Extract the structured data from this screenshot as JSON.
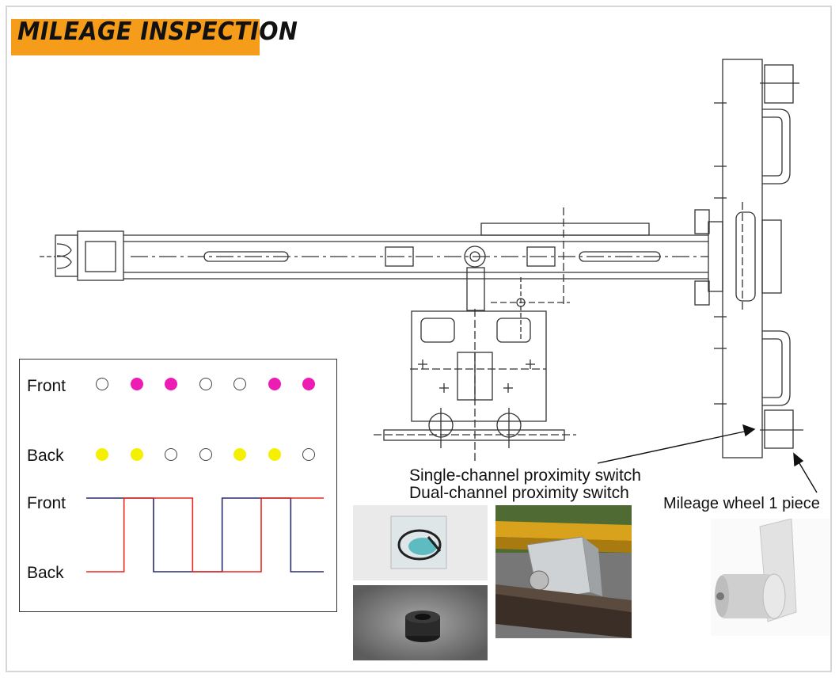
{
  "title": "MILEAGE INSPECTION",
  "callouts": {
    "single_channel": "Single-channel proximity switch",
    "dual_channel": "Dual-channel proximity switch",
    "mileage_wheel": "Mileage wheel 1 piece"
  },
  "signal_panel": {
    "front_label": "Front",
    "back_label": "Back",
    "waveform_front_label": "Front",
    "waveform_back_label": "Back",
    "front_states": [
      0,
      1,
      1,
      0,
      0,
      1,
      1
    ],
    "back_states": [
      1,
      1,
      0,
      0,
      1,
      1,
      0
    ],
    "colors": {
      "front_on": "#ec1cb4",
      "back_on": "#f4f000",
      "off_outline": "#444444",
      "front_wave": "#e8261e",
      "back_wave": "#2a2a6e"
    }
  }
}
